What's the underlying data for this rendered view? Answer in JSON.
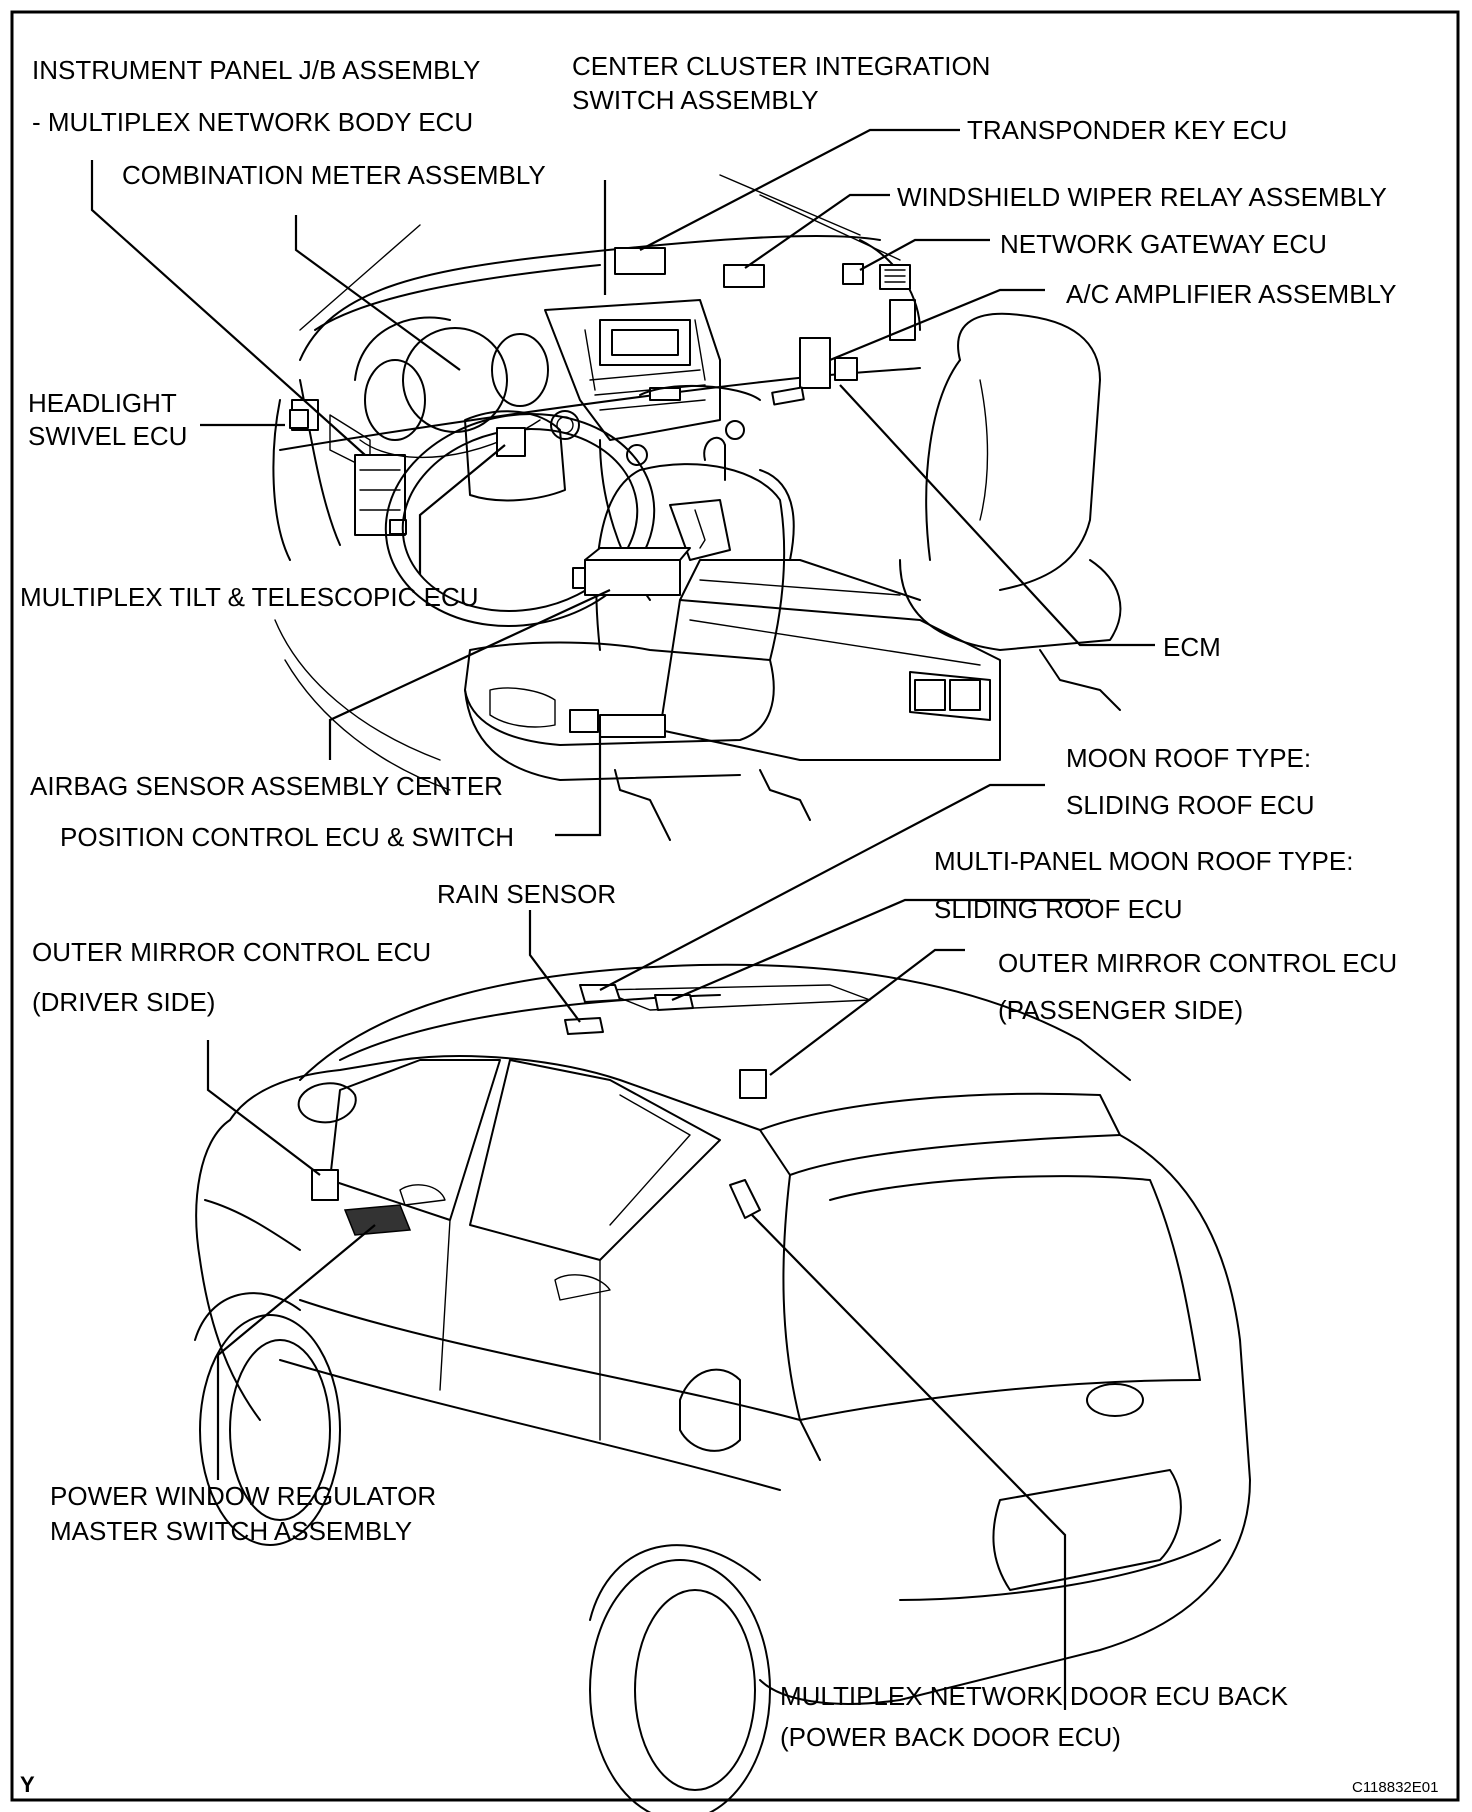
{
  "labels": {
    "instrument_panel_jb": "INSTRUMENT PANEL J/B ASSEMBLY",
    "multiplex_body_ecu": "- MULTIPLEX NETWORK BODY ECU",
    "center_cluster_1": "CENTER CLUSTER INTEGRATION",
    "center_cluster_2": "SWITCH ASSEMBLY",
    "transponder": "TRANSPONDER KEY ECU",
    "combination_meter": "COMBINATION METER ASSEMBLY",
    "wiper_relay": "WINDSHIELD WIPER RELAY ASSEMBLY",
    "network_gateway": "NETWORK GATEWAY ECU",
    "ac_amplifier": "A/C AMPLIFIER ASSEMBLY",
    "headlight_1": "HEADLIGHT",
    "headlight_2": "SWIVEL ECU",
    "tilt_telescopic": "MULTIPLEX TILT & TELESCOPIC ECU",
    "ecm": "ECM",
    "moon_roof_type": "MOON ROOF TYPE:",
    "airbag": "AIRBAG SENSOR ASSEMBLY CENTER",
    "sliding_roof_1": "SLIDING ROOF ECU",
    "position_control": "POSITION CONTROL ECU & SWITCH",
    "multi_panel_type": "MULTI-PANEL MOON ROOF TYPE:",
    "rain_sensor": "RAIN SENSOR",
    "sliding_roof_2": "SLIDING ROOF ECU",
    "outer_mirror_driver_1": "OUTER MIRROR CONTROL ECU",
    "outer_mirror_driver_2": "(DRIVER SIDE)",
    "outer_mirror_pass_1": "OUTER MIRROR CONTROL ECU",
    "outer_mirror_pass_2": "(PASSENGER SIDE)",
    "power_window_1": "POWER WINDOW REGULATOR",
    "power_window_2": "MASTER SWITCH ASSEMBLY",
    "back_door_1": "MULTIPLEX NETWORK DOOR ECU BACK",
    "back_door_2": "(POWER BACK DOOR ECU)"
  },
  "corner_mark": "Y",
  "figure_code": "C118832E01"
}
